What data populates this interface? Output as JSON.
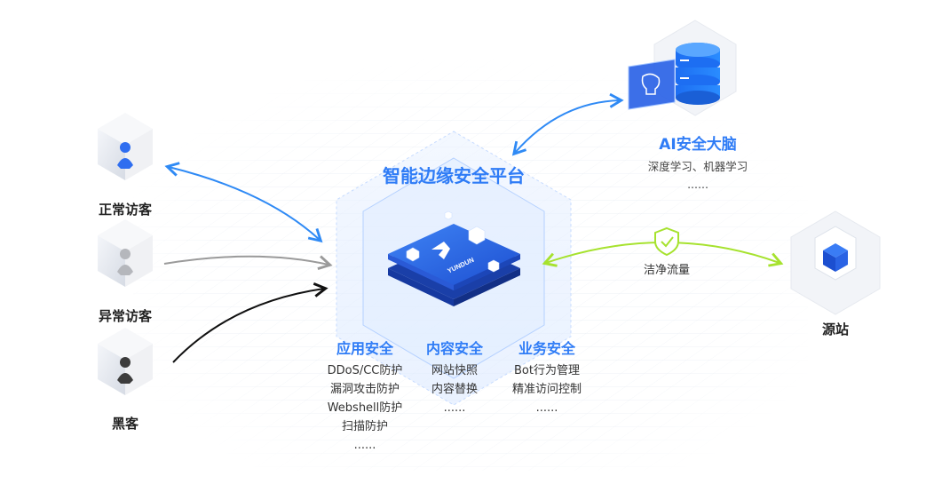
{
  "platform": {
    "title": "智能边缘安全平台",
    "logo_text": "YUNDUN"
  },
  "visitors": [
    {
      "label": "正常访客",
      "arrow_color": "#2f8af5"
    },
    {
      "label": "异常访客",
      "arrow_color": "#9a9a9a"
    },
    {
      "label": "黑客",
      "arrow_color": "#111111"
    }
  ],
  "ai_brain": {
    "title": "AI安全大脑",
    "subtitle": "深度学习、机器学习",
    "ellipsis": "......"
  },
  "clean_traffic": {
    "label": "洁净流量",
    "arrow_color": "#a6e22e"
  },
  "origin": {
    "label": "源站"
  },
  "security_columns": [
    {
      "title": "应用安全",
      "items": [
        "DDoS/CC防护",
        "漏洞攻击防护",
        "Webshell防护",
        "扫描防护",
        "......"
      ]
    },
    {
      "title": "内容安全",
      "items": [
        "网站快照",
        "内容替换",
        "......"
      ]
    },
    {
      "title": "业务安全",
      "items": [
        "Bot行为管理",
        "精准访问控制",
        "......"
      ]
    }
  ],
  "colors": {
    "accent": "#2f7cf6",
    "chip_dark": "#1f55d8",
    "chip_light": "#3d7df0"
  }
}
